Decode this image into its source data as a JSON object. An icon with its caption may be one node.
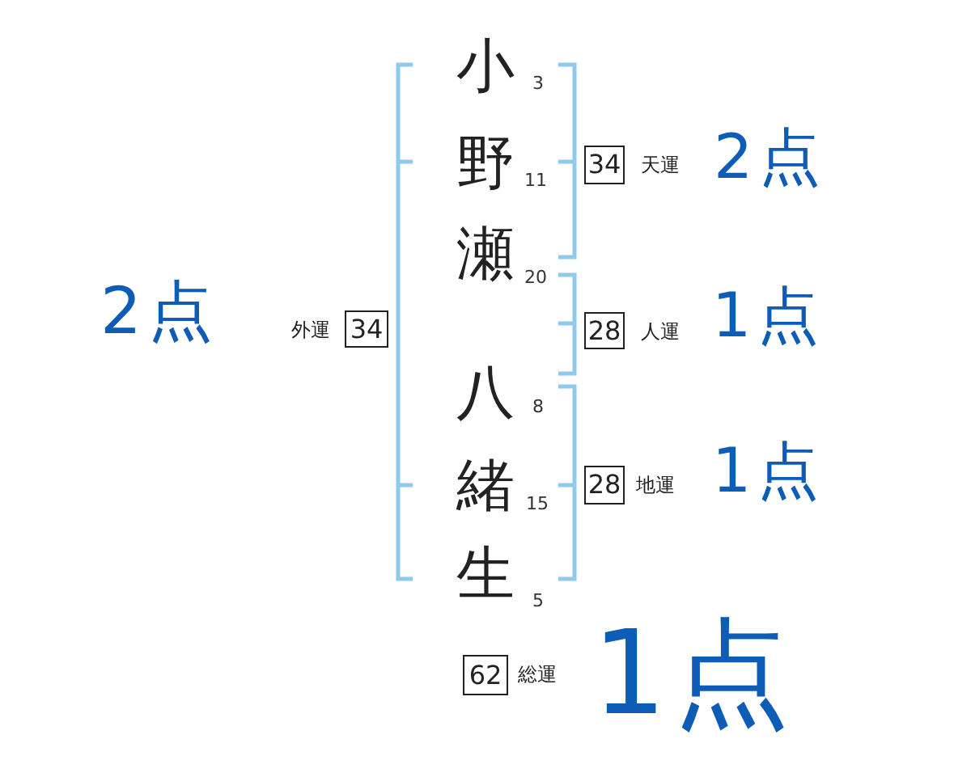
{
  "diagram": {
    "nodes": [
      {
        "text": [
          "34"
        ],
        "beside": [
          "天運",
          "2点"
        ]
      },
      {
        "text": [
          "34"
        ],
        "beside": [
          "外運",
          "2点"
        ]
      },
      {
        "text": [
          "28"
        ],
        "beside": [
          "人運",
          "1点"
        ]
      },
      {
        "text": [
          "28"
        ],
        "beside": [
          "地運",
          "1点"
        ]
      },
      {
        "text": [
          "62"
        ],
        "beside": [
          "総運",
          "1点"
        ]
      }
    ],
    "labels": [
      "小",
      "3",
      "野",
      "11",
      "瀬",
      "20",
      "八",
      "8",
      "緒",
      "15",
      "生",
      "5"
    ]
  }
}
